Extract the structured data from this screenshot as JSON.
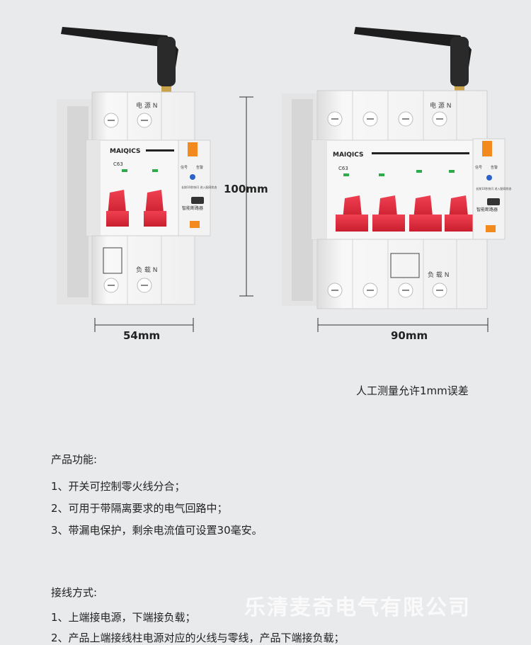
{
  "breaker_small": {
    "brand": "MAIQICS",
    "rating": "C63",
    "top_label": "电 源 N",
    "bottom_label": "负 载 N",
    "wifi_text": "智能断路器",
    "ctrl_label_1": "信号",
    "ctrl_label_2": "告警",
    "ctrl_text": "长按10秒快闪 进入配网状态"
  },
  "breaker_large": {
    "brand": "MAIQICS",
    "rating": "C63",
    "top_label": "电 源 N",
    "bottom_label": "负 载 N",
    "wifi_text": "智能断路器",
    "ctrl_label_1": "信号",
    "ctrl_label_2": "告警",
    "ctrl_text": "长按10秒快闪 进入配网状态"
  },
  "dimensions": {
    "height": "100mm",
    "width_small": "54mm",
    "width_large": "90mm"
  },
  "note": "人工测量允许1mm误差",
  "features": {
    "title": "产品功能:",
    "items": [
      "1、开关可控制零火线分合；",
      "2、可用于带隔离要求的电气回路中；",
      "3、带漏电保护，剩余电流值可设置30毫安。"
    ]
  },
  "wiring": {
    "title": "接线方式:",
    "items": [
      "1、上端接电源，下端接负载；",
      "2、产品上端接线柱电源对应的火线与零线，产品下端接负载；"
    ]
  },
  "watermark": "乐清麦奇电气有限公司",
  "colors": {
    "background": "#e9eaec",
    "handle": "#e5283a",
    "accent_orange": "#f28a1e",
    "body_white": "#f7f7f7"
  }
}
